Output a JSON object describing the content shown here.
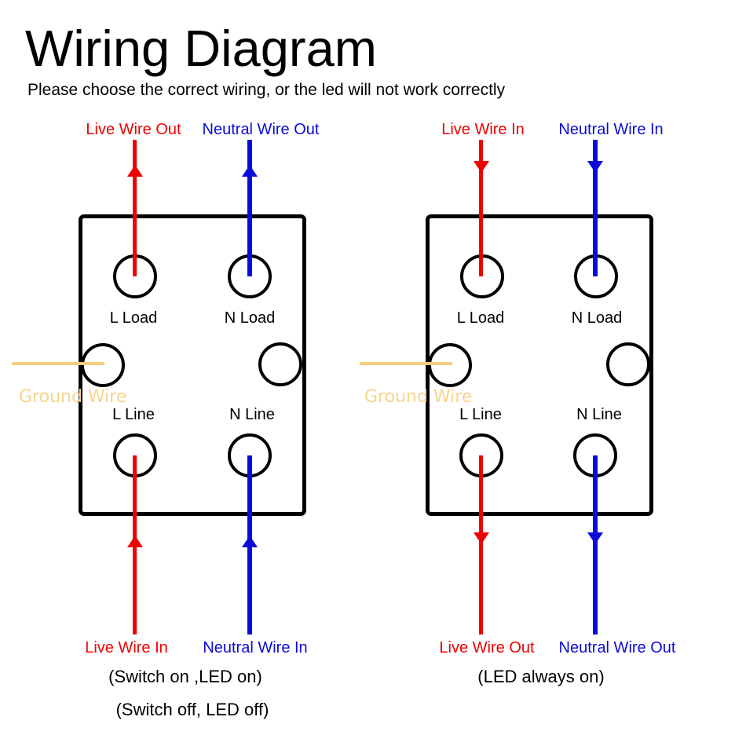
{
  "page": {
    "title": "Wiring Diagram",
    "subtitle": "Please choose the correct wiring, or the led will not work correctly"
  },
  "colors": {
    "live": "#ee0000",
    "neutral": "#0b0bd9",
    "ground-line": "#f6cd7d",
    "ground-text": "#f8d48d",
    "outline": "#000000",
    "text": "#000000"
  },
  "panels": [
    {
      "id": "switch-controlled-wiring",
      "arrow_direction": "up",
      "top_live_label": "Live Wire Out",
      "top_neutral_label": "Neutral Wire Out",
      "ground_label": "Ground Wire",
      "terminals": {
        "l_load": "L Load",
        "n_load": "N Load",
        "l_line": "L Line",
        "n_line": "N Line"
      },
      "bottom_live_label": "Live Wire In",
      "bottom_neutral_label": "Neutral Wire In",
      "captions": [
        "(Switch on ,LED on)",
        "(Switch off, LED off)"
      ]
    },
    {
      "id": "always-on-wiring",
      "arrow_direction": "down",
      "top_live_label": "Live Wire In",
      "top_neutral_label": "Neutral Wire In",
      "ground_label": "Ground Wire",
      "terminals": {
        "l_load": "L Load",
        "n_load": "N Load",
        "l_line": "L Line",
        "n_line": "N Line"
      },
      "bottom_live_label": "Live Wire Out",
      "bottom_neutral_label": "Neutral Wire Out",
      "captions": [
        "(LED always on)"
      ]
    }
  ]
}
